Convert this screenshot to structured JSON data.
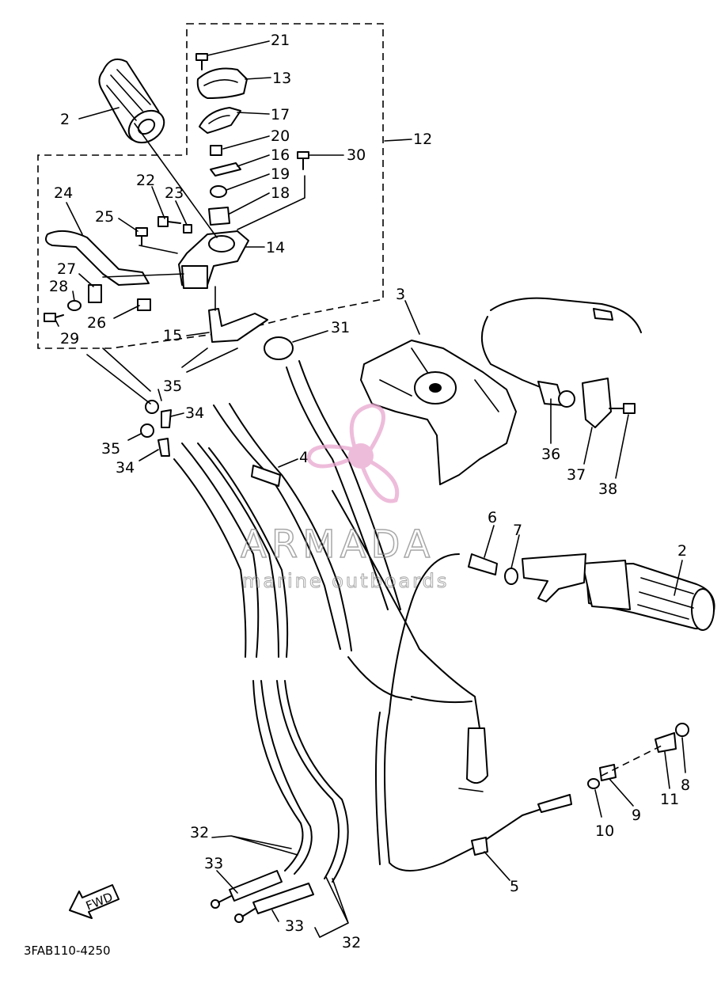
{
  "diagram_code": "3FAB110-4250",
  "fwd_label": "FWD",
  "watermark": {
    "name": "ARMADA",
    "tagline": "marine outboards",
    "color": "#e9a6cf"
  },
  "callouts": {
    "c2a": "2",
    "c2b": "2",
    "c3": "3",
    "c4": "4",
    "c5": "5",
    "c6": "6",
    "c7": "7",
    "c8": "8",
    "c9": "9",
    "c10": "10",
    "c11": "11",
    "c12": "12",
    "c13": "13",
    "c14": "14",
    "c15": "15",
    "c16": "16",
    "c17": "17",
    "c18": "18",
    "c19": "19",
    "c20": "20",
    "c21": "21",
    "c22": "22",
    "c23": "23",
    "c24": "24",
    "c25": "25",
    "c26": "26",
    "c27": "27",
    "c28": "28",
    "c29": "29",
    "c30": "30",
    "c31": "31",
    "c32a": "32",
    "c32b": "32",
    "c33a": "33",
    "c33b": "33",
    "c34a": "34",
    "c34b": "34",
    "c35a": "35",
    "c35b": "35",
    "c36": "36",
    "c37": "37",
    "c38": "38"
  }
}
